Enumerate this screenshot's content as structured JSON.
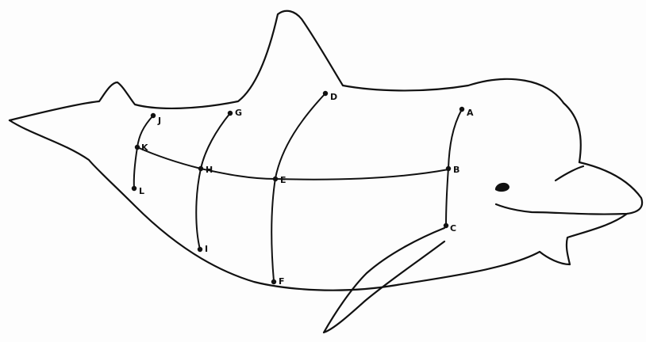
{
  "diagram": {
    "subject": "dolphin outline with measurement points",
    "points": {
      "A": "A",
      "B": "B",
      "C": "C",
      "D": "D",
      "E": "E",
      "F": "F",
      "G": "G",
      "H": "H",
      "I": "I",
      "J": "J",
      "K": "K",
      "L": "L"
    },
    "colors": {
      "ink": "#111111",
      "background": "#fdfdfd"
    }
  }
}
